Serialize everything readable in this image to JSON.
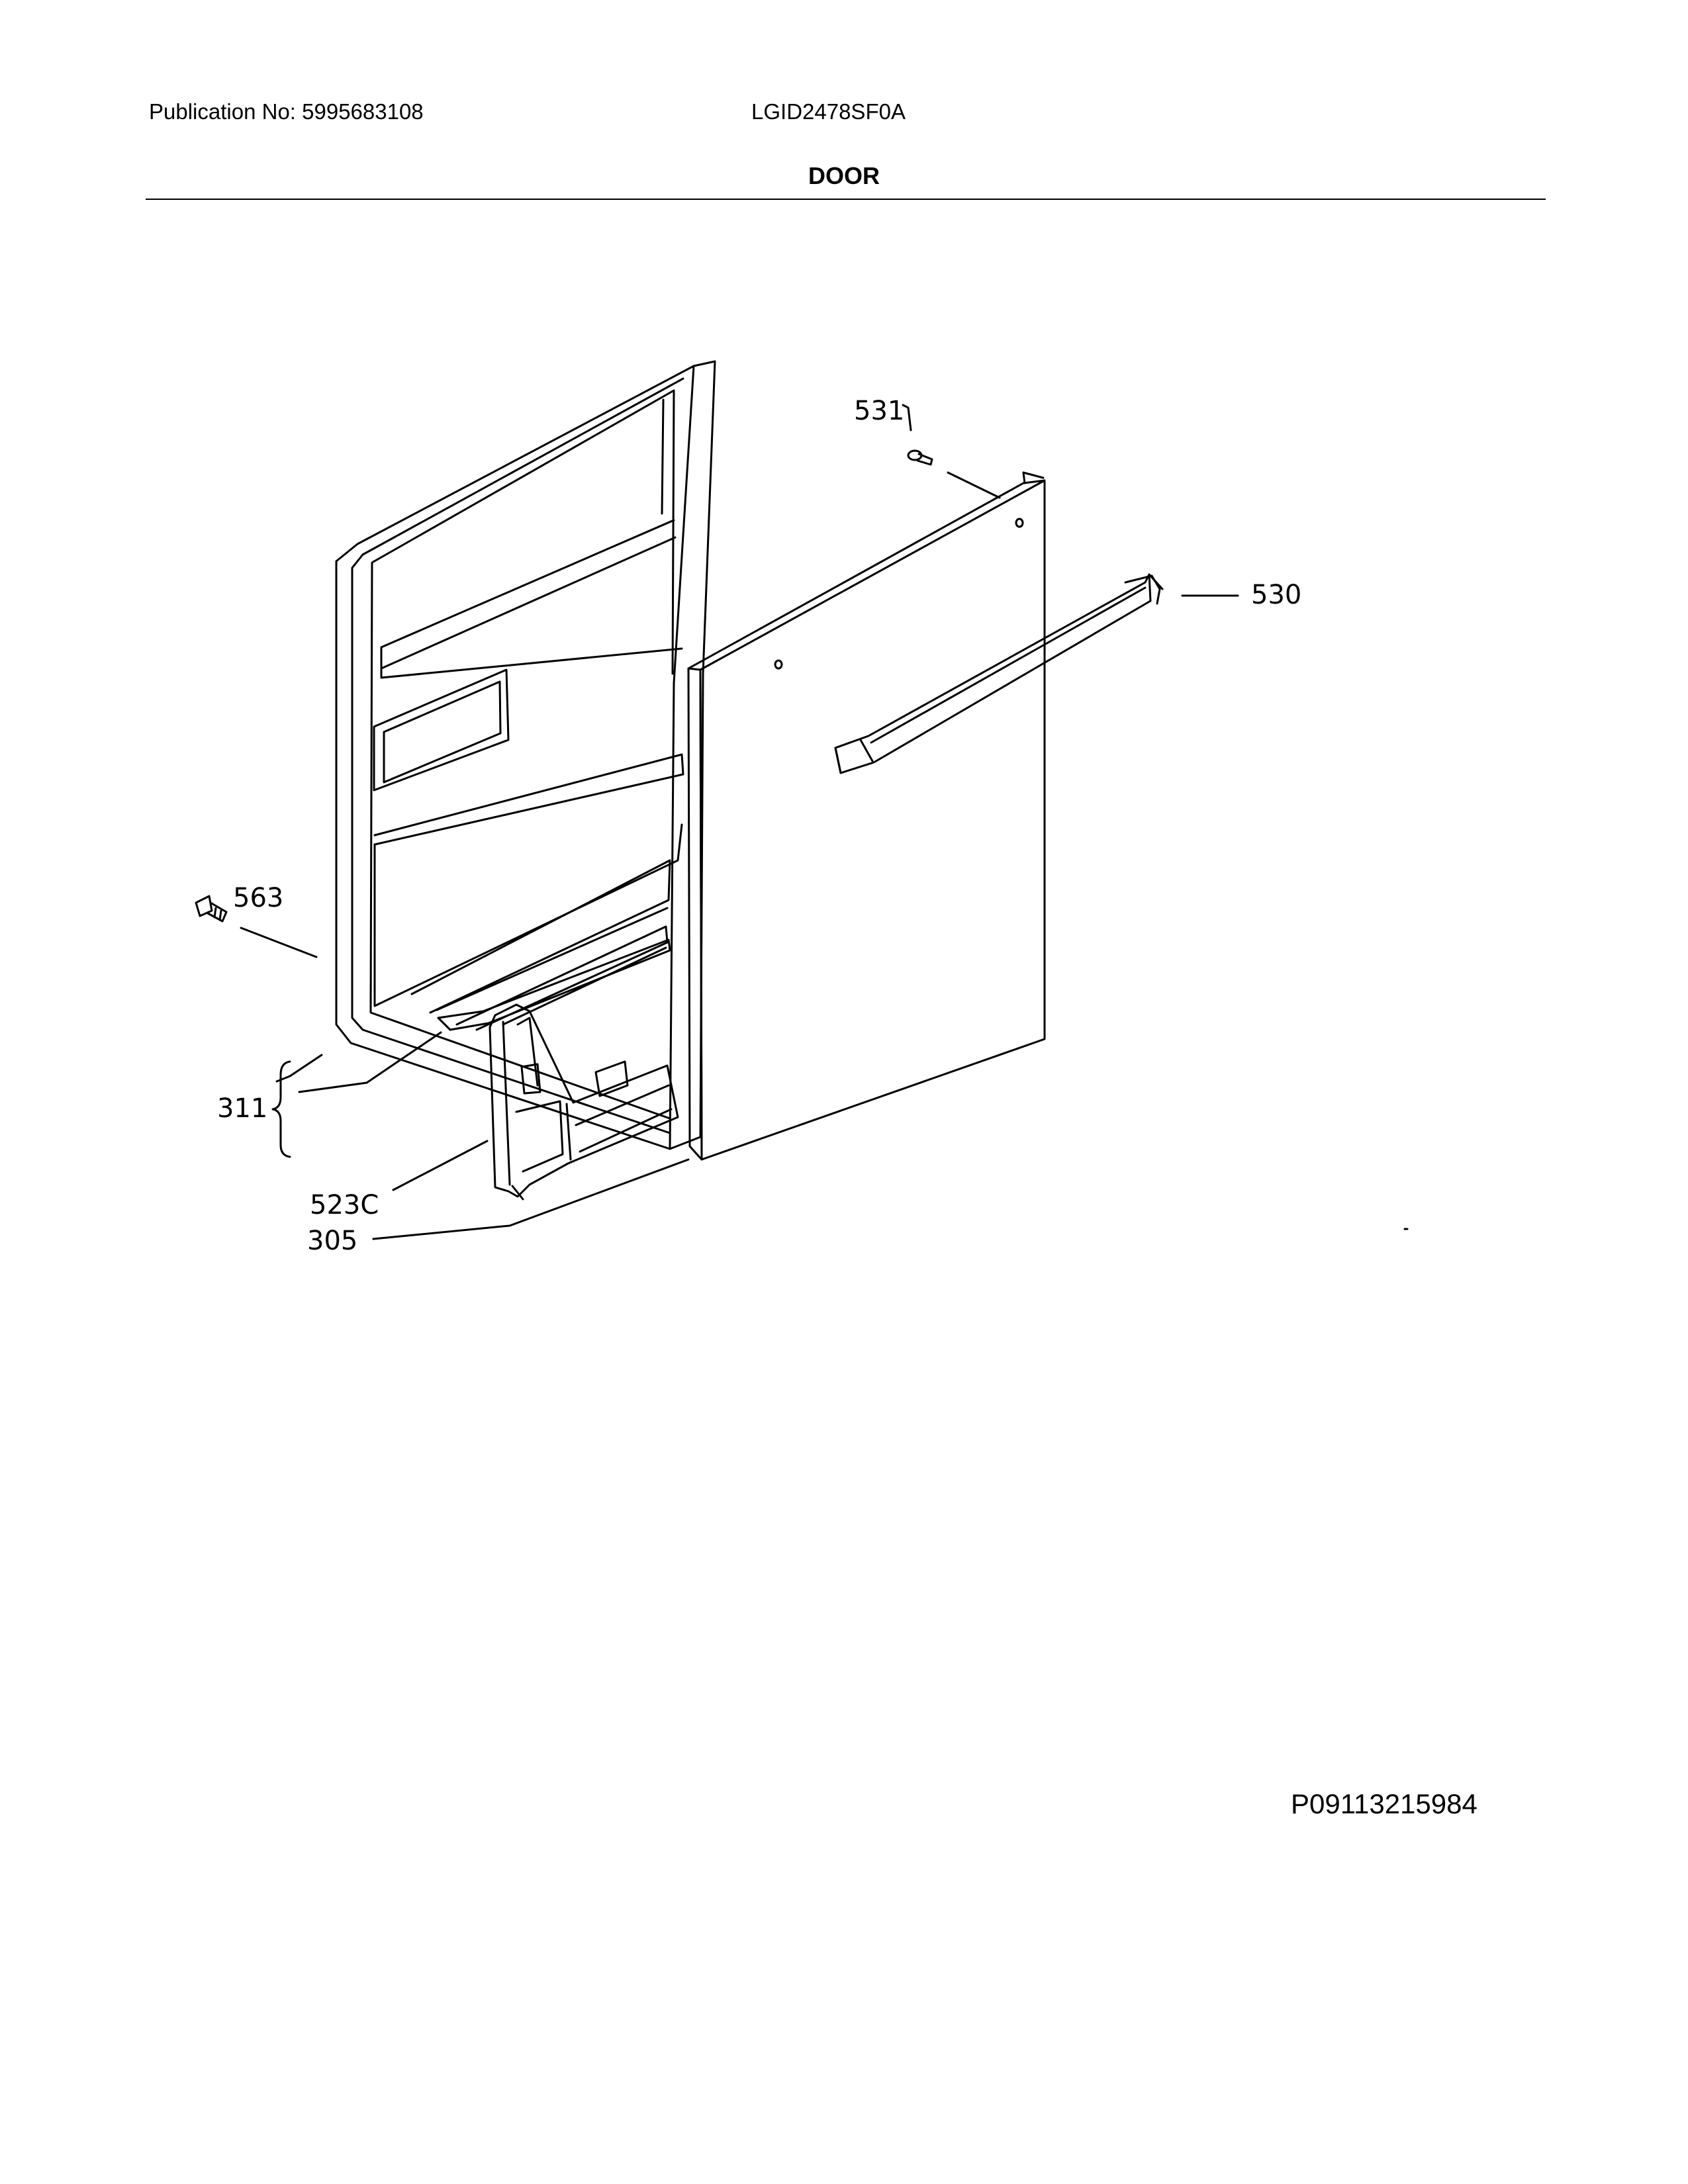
{
  "header": {
    "publication": "Publication No: 5995683108",
    "model": "LGID2478SF0A",
    "section": "DOOR"
  },
  "callouts": {
    "p531": "531",
    "p530": "530",
    "p563": "563",
    "p311": "311",
    "p523c": "523C",
    "p305": "305"
  },
  "footer": {
    "code": "P09113215984"
  }
}
